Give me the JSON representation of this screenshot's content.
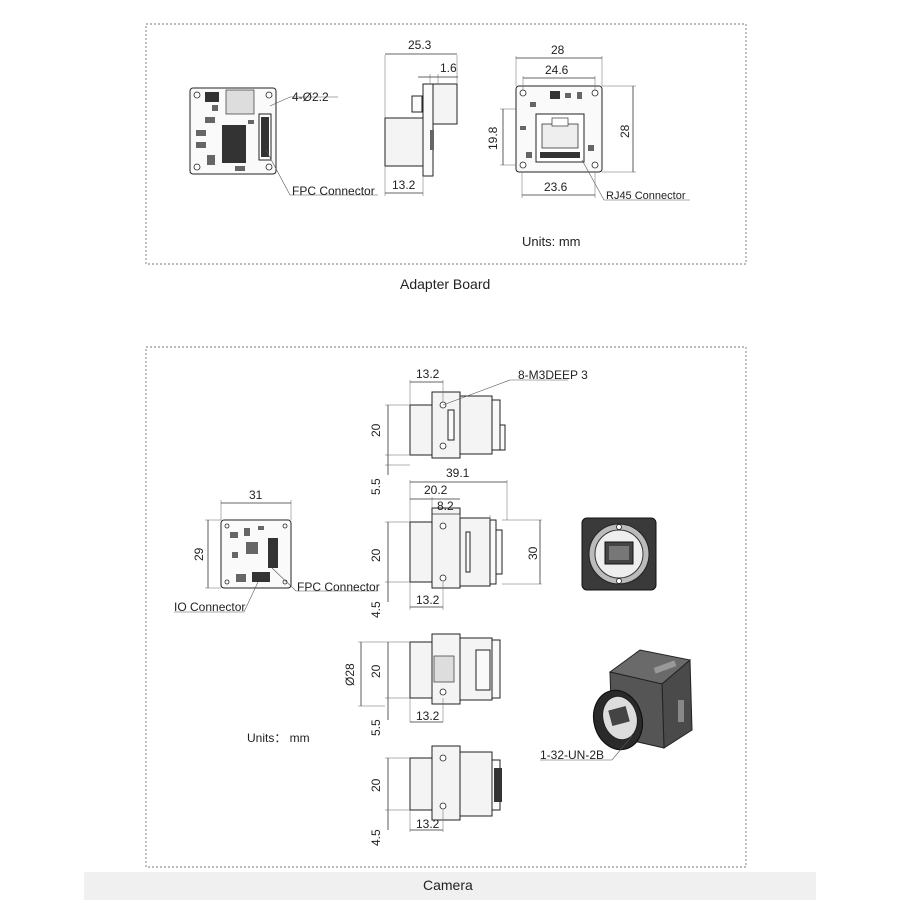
{
  "adapter_board": {
    "caption": "Adapter Board",
    "units": "Units:  mm",
    "labels": {
      "holes": "4-Ø2.2",
      "fpc": "FPC Connector",
      "rj45": "RJ45 Connector"
    },
    "dimensions": {
      "side_width": "25.3",
      "side_small": "1.6",
      "side_bottom": "13.2",
      "back_width": "28",
      "back_inner": "24.6",
      "back_height": "28",
      "back_inner_height": "19.8",
      "back_bottom": "23.6"
    }
  },
  "camera": {
    "caption": "Camera",
    "units": "Units： mm",
    "labels": {
      "screws": "8-M3DEEP 3",
      "fpc": "FPC Connector",
      "io": "IO Connector",
      "mount": "1-32-UN-2B"
    },
    "dimensions": {
      "back_width": "31",
      "back_height": "29",
      "top_width": "13.2",
      "top_height": "20",
      "top_offset": "5.5",
      "mid_total": "39.1",
      "mid_body": "20.2",
      "mid_small": "8.2",
      "mid_height": "20",
      "mid_right": "30",
      "mid_offset": "4.5",
      "mid_bottom": "13.2",
      "low_dia": "Ø28",
      "low_height": "20",
      "low_offset": "5.5",
      "low_bottom": "13.2",
      "bot_height": "20",
      "bot_offset": "4.5",
      "bot_bottom": "13.2"
    }
  }
}
